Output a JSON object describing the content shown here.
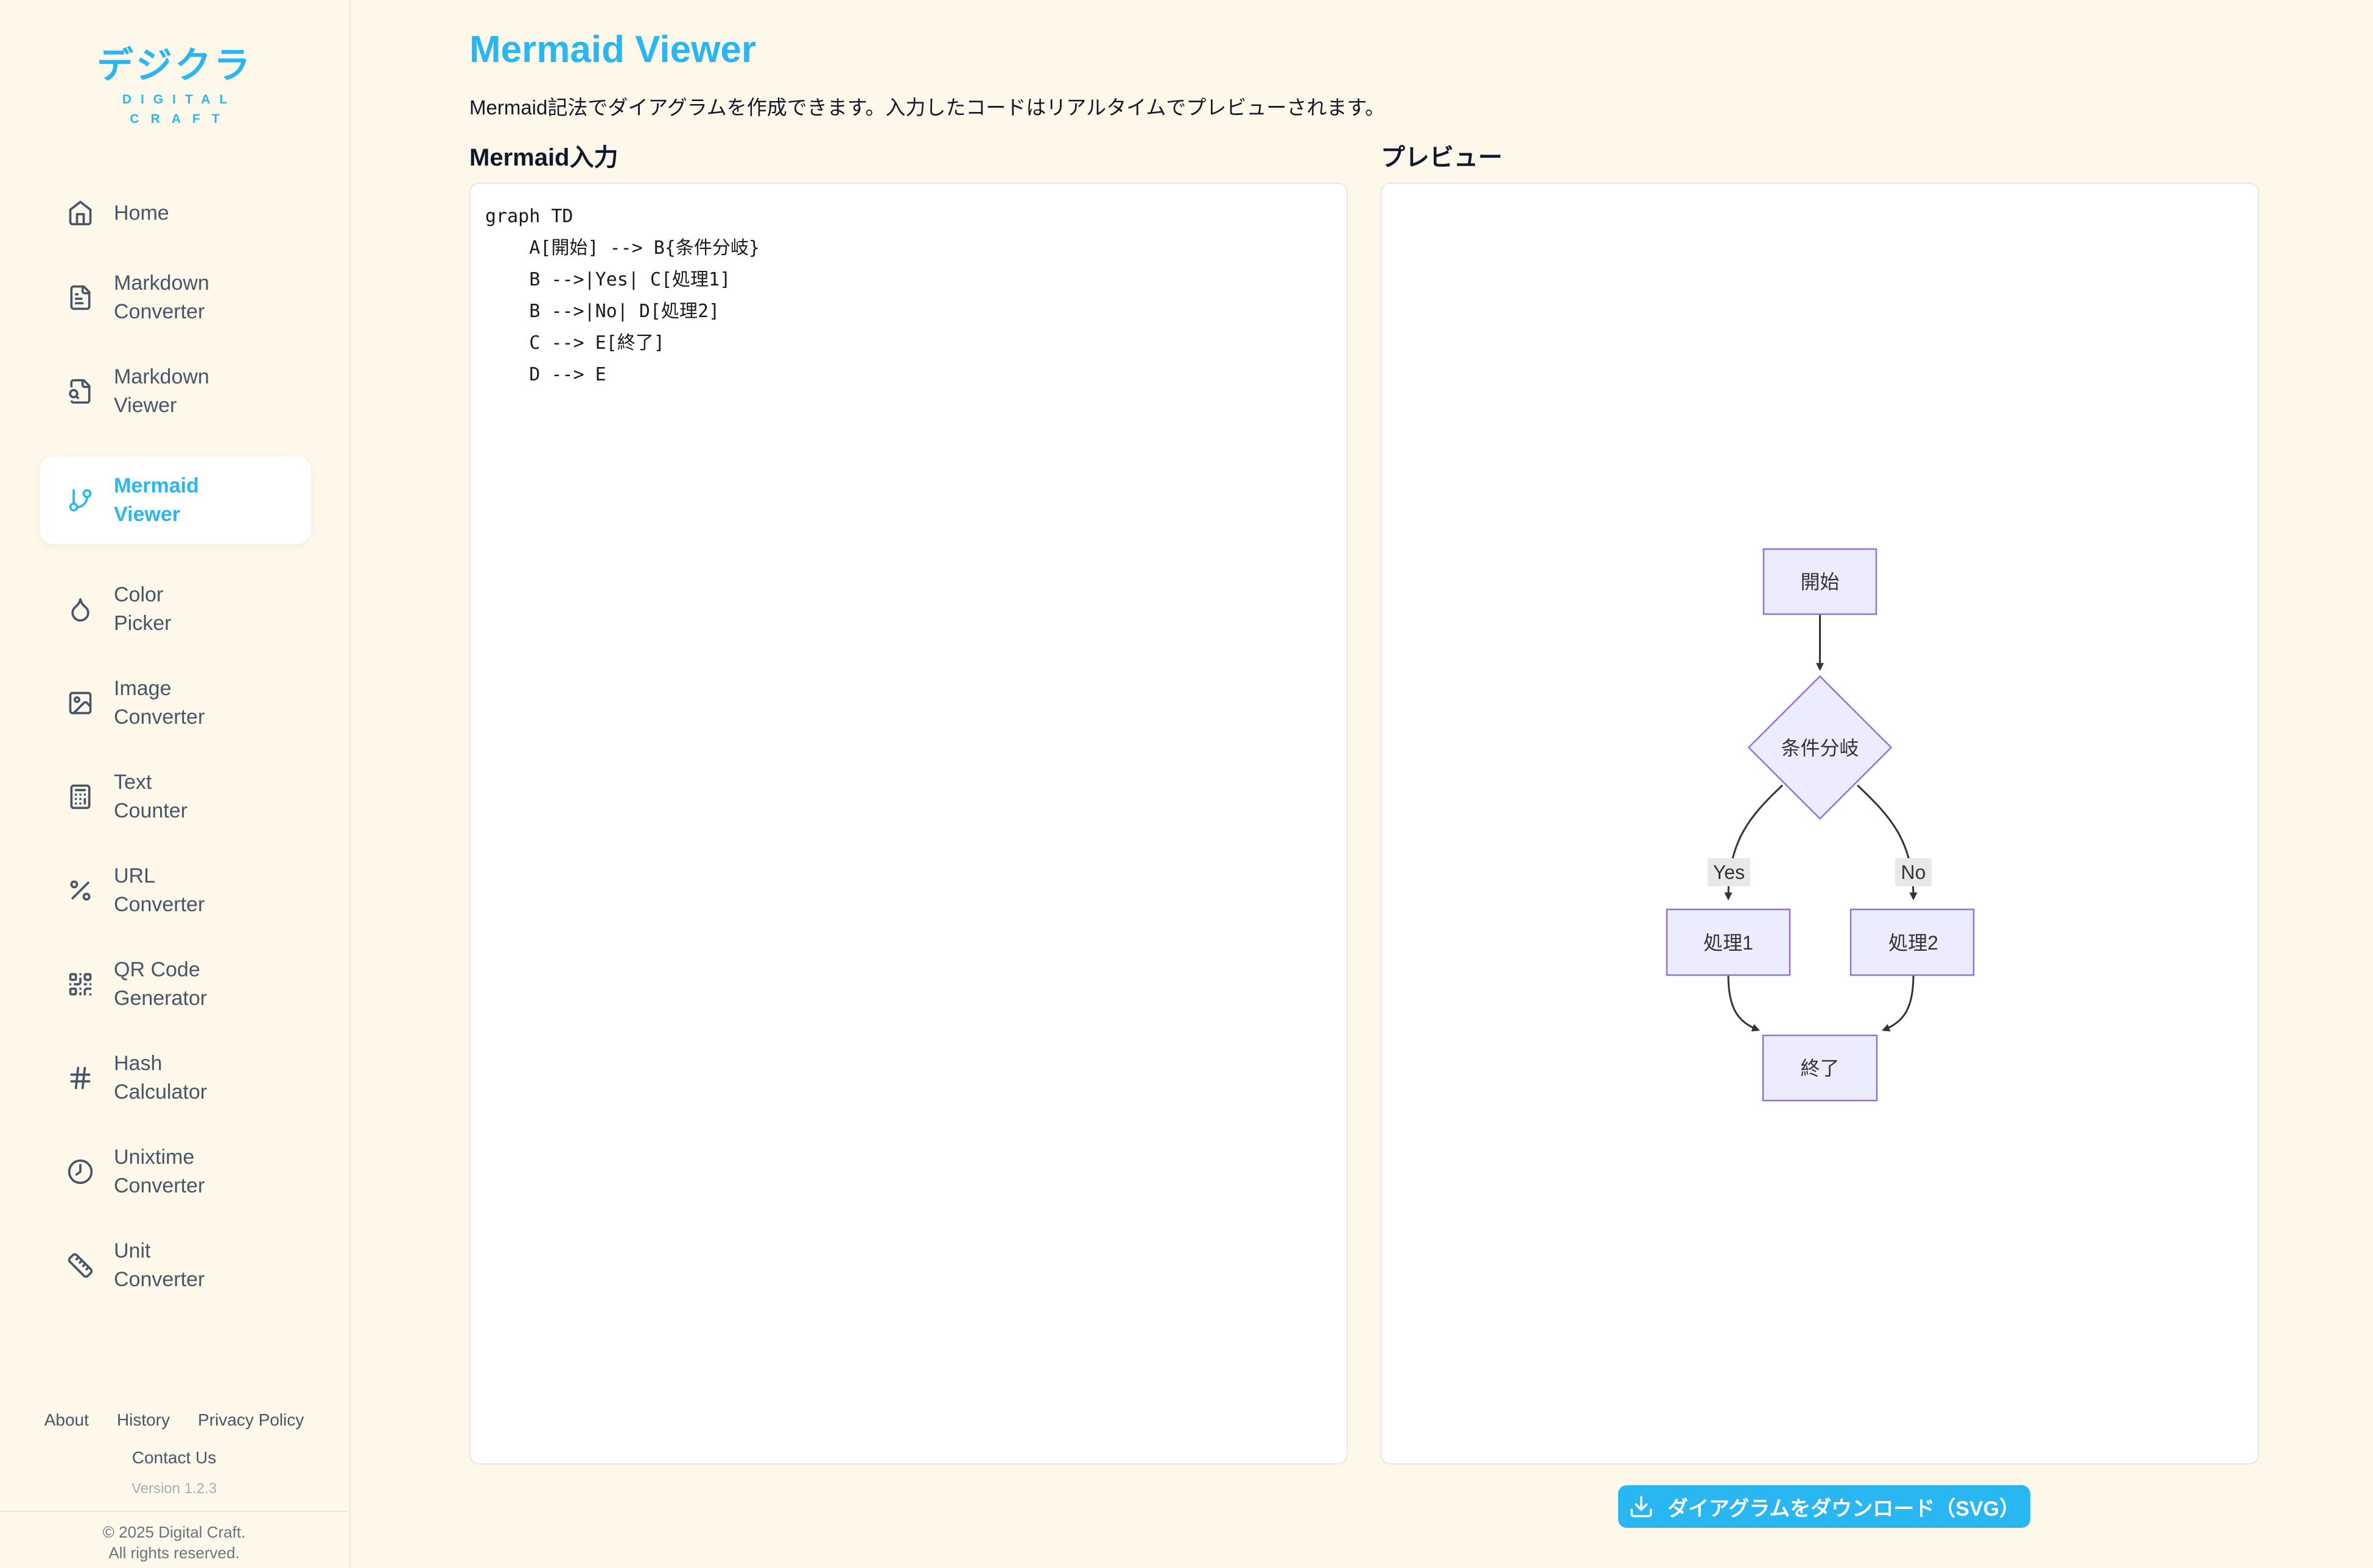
{
  "colors": {
    "accent": "#29b6f1",
    "background": "#fdf8ea",
    "sidebar_text": "#475569",
    "node_fill": "#ECECFF",
    "node_border": "#9370DB",
    "edge": "#333333",
    "edge_label_bg": "#e8e8e8"
  },
  "sidebar": {
    "logo": {
      "title": "デジクラ",
      "subtitle1": "DIGITAL",
      "subtitle2": "CRAFT"
    },
    "items": [
      {
        "line1": "Home",
        "line2": "",
        "icon": "house",
        "active": false
      },
      {
        "line1": "Markdown",
        "line2": "Converter",
        "icon": "file-text",
        "active": false
      },
      {
        "line1": "Markdown",
        "line2": "Viewer",
        "icon": "file-search",
        "active": false
      },
      {
        "line1": "Mermaid",
        "line2": "Viewer",
        "icon": "git-branch",
        "active": true
      },
      {
        "line1": "Color",
        "line2": "Picker",
        "icon": "droplet",
        "active": false
      },
      {
        "line1": "Image",
        "line2": "Converter",
        "icon": "image",
        "active": false
      },
      {
        "line1": "Text",
        "line2": "Counter",
        "icon": "calculator",
        "active": false
      },
      {
        "line1": "URL",
        "line2": "Converter",
        "icon": "percent",
        "active": false
      },
      {
        "line1": "QR Code",
        "line2": "Generator",
        "icon": "qr-code",
        "active": false
      },
      {
        "line1": "Hash",
        "line2": "Calculator",
        "icon": "hash",
        "active": false
      },
      {
        "line1": "Unixtime",
        "line2": "Converter",
        "icon": "clock",
        "active": false
      },
      {
        "line1": "Unit",
        "line2": "Converter",
        "icon": "ruler",
        "active": false
      }
    ],
    "footer": {
      "links": [
        "About",
        "History",
        "Privacy Policy"
      ],
      "contact": "Contact Us",
      "version": "Version 1.2.3",
      "copyright_line1": "© 2025 Digital Craft.",
      "copyright_line2": "All rights reserved."
    }
  },
  "main": {
    "title": "Mermaid Viewer",
    "subtitle": "Mermaid記法でダイアグラムを作成できます。入力したコードはリアルタイムでプレビューされます。",
    "input_heading": "Mermaid入力",
    "preview_heading": "プレビュー",
    "code": "graph TD\n    A[開始] --> B{条件分岐}\n    B -->|Yes| C[処理1]\n    B -->|No| D[処理2]\n    C --> E[終了]\n    D --> E",
    "download_button": "ダイアグラムをダウンロード（SVG）"
  },
  "diagram": {
    "nodes": [
      {
        "id": "A",
        "label": "開始",
        "shape": "rect"
      },
      {
        "id": "B",
        "label": "条件分岐",
        "shape": "diamond"
      },
      {
        "id": "C",
        "label": "処理1",
        "shape": "rect"
      },
      {
        "id": "D",
        "label": "処理2",
        "shape": "rect"
      },
      {
        "id": "E",
        "label": "終了",
        "shape": "rect"
      }
    ],
    "edges": [
      {
        "from": "A",
        "to": "B",
        "label": ""
      },
      {
        "from": "B",
        "to": "C",
        "label": "Yes"
      },
      {
        "from": "B",
        "to": "D",
        "label": "No"
      },
      {
        "from": "C",
        "to": "E",
        "label": ""
      },
      {
        "from": "D",
        "to": "E",
        "label": ""
      }
    ]
  }
}
